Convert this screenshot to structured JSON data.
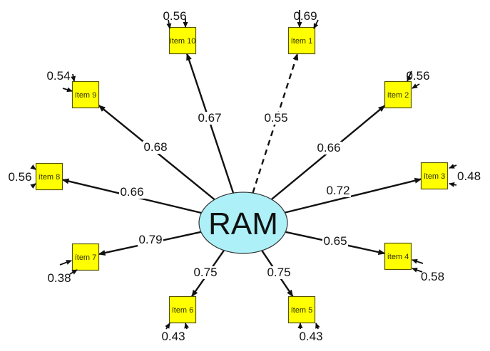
{
  "diagram": {
    "type": "path-diagram",
    "latent": {
      "label": "RAM",
      "color": "#aef0f8"
    },
    "item_color": "#ffff00",
    "items": [
      {
        "label": "ítem 1",
        "loading": "0.55",
        "error": "0.69",
        "dashed": true
      },
      {
        "label": "ítem 2",
        "loading": "0.66",
        "error": "0.56",
        "dashed": false
      },
      {
        "label": "ítem 3",
        "loading": "0.72",
        "error": "0.48",
        "dashed": false
      },
      {
        "label": "ítem 4",
        "loading": "0.65",
        "error": "0.58",
        "dashed": false
      },
      {
        "label": "ítem 5",
        "loading": "0.75",
        "error": "0.43",
        "dashed": false
      },
      {
        "label": "ítem 6",
        "loading": "0.75",
        "error": "0.43",
        "dashed": false
      },
      {
        "label": "ítem 7",
        "loading": "0.79",
        "error": "0.38",
        "dashed": false
      },
      {
        "label": "ítem 8",
        "loading": "0.66",
        "error": "0.56",
        "dashed": false
      },
      {
        "label": "ítem 9",
        "loading": "0.68",
        "error": "0.54",
        "dashed": false
      },
      {
        "label": "ítem 10",
        "loading": "0.67",
        "error": "0.56",
        "dashed": false
      }
    ]
  }
}
